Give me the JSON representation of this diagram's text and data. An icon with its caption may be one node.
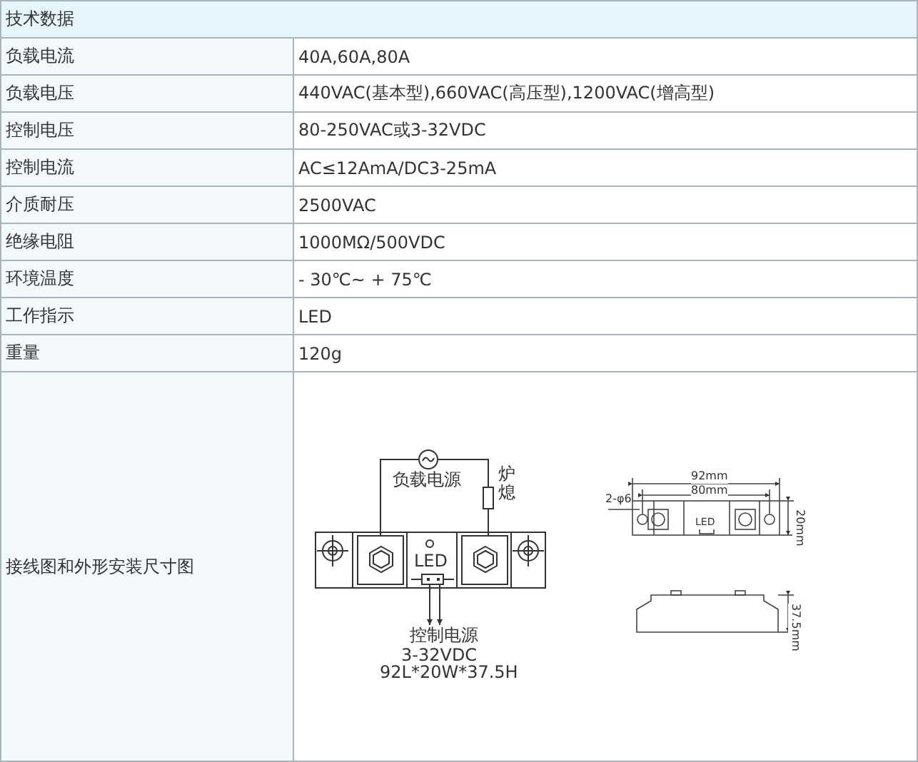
{
  "diagram": {
    "nodes": [
      {
        "text": [],
        "shape": "circle",
        "beside": [
          "负载电源"
        ]
      },
      {
        "text": [],
        "shape": "box",
        "beside": [
          "炉熄"
        ]
      },
      {
        "text": [],
        "shape": "box"
      },
      {
        "text": [],
        "shape": "box"
      },
      {
        "text": [],
        "shape": "box"
      },
      {
        "text": [
          "控制电源"
        ]
      }
    ],
    "edges": [
      {
        "from": 0,
        "to": 2,
        "arrow": "none"
      },
      {
        "from": 0,
        "to": 1,
        "arrow": "none"
      },
      {
        "from": 1,
        "to": 3,
        "arrow": "none"
      },
      {
        "from": 4,
        "to": 5,
        "arrow": "to"
      },
      {
        "from": 4,
        "to": 5,
        "arrow": "to"
      }
    ],
    "labels": [
      "技术数据",
      "负载电流",
      "40A,60A,80A",
      "负载电压",
      "440VAC(基本型),660VAC(高压型),1200VAC(增高型)",
      "控制电压",
      "80-250VAC或3-32VDC",
      "控制电流",
      "AC≤12AmA/DC3-25mA",
      "介质耐压",
      "2500VAC",
      "绝缘电阻",
      "1000MΩ/500VDC",
      "环境温度",
      "- 30℃~ + 75℃",
      "工作指示",
      "LED",
      "重量",
      "120g",
      "接线图和外形安装尺寸图",
      "LED",
      "3-32VDC",
      "92L*20W*37.5H",
      "92mm",
      "80mm",
      "2-φ6",
      "LED",
      "20mm",
      "37.5mm"
    ]
  }
}
